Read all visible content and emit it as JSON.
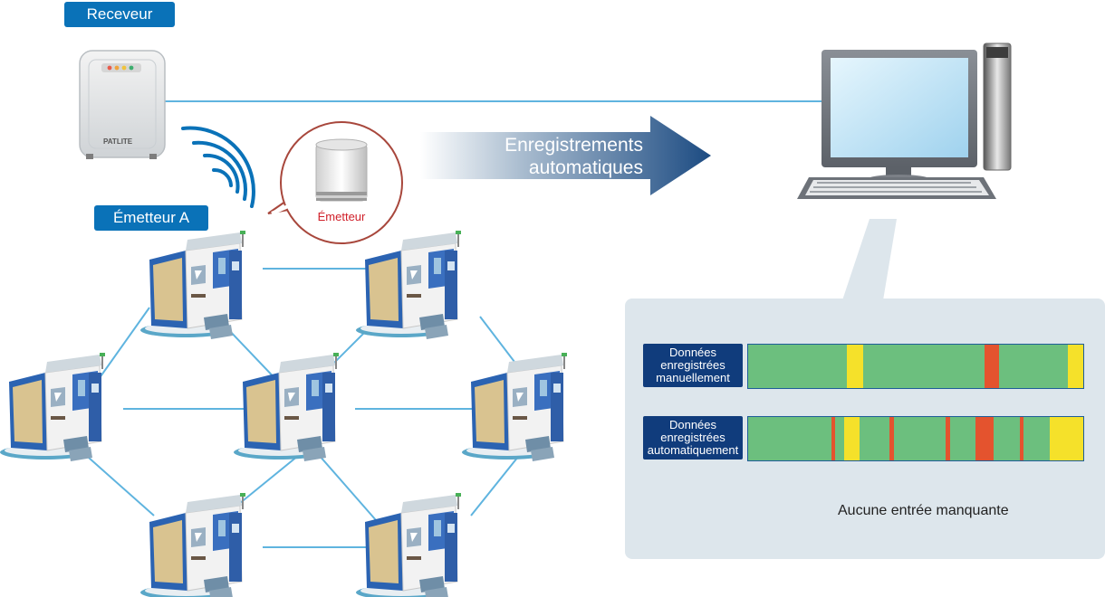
{
  "labels": {
    "receiver": "Receveur",
    "transmitter_a": "Émetteur A",
    "transmitter_bubble": "Émetteur",
    "auto_records_line1": "Enregistrements",
    "auto_records_line2": "automatiques",
    "no_missing": "Aucune entrée manquante"
  },
  "device_logo": "PATLITE",
  "rows": [
    {
      "label_lines": [
        "Données",
        "enregistrées",
        "manuellement"
      ],
      "segments": [
        {
          "start": 0.294,
          "end": 0.342,
          "color": "#f5e12a"
        },
        {
          "start": 0.705,
          "end": 0.748,
          "color": "#e4532e"
        },
        {
          "start": 0.953,
          "end": 1.0,
          "color": "#f5e12a"
        }
      ]
    },
    {
      "label_lines": [
        "Données",
        "enregistrées",
        "automatiquement"
      ],
      "segments": [
        {
          "start": 0.248,
          "end": 0.26,
          "color": "#e4532e"
        },
        {
          "start": 0.286,
          "end": 0.333,
          "color": "#f5e12a"
        },
        {
          "start": 0.422,
          "end": 0.434,
          "color": "#e4532e"
        },
        {
          "start": 0.59,
          "end": 0.602,
          "color": "#e4532e"
        },
        {
          "start": 0.678,
          "end": 0.732,
          "color": "#e4532e"
        },
        {
          "start": 0.81,
          "end": 0.822,
          "color": "#e4532e"
        },
        {
          "start": 0.9,
          "end": 1.0,
          "color": "#f5e12a"
        }
      ]
    }
  ],
  "colors": {
    "brand_blue": "#0a72b8",
    "network_line": "#5fb4df",
    "bar_green": "#6cbf7e",
    "missing_red": "#e4532e",
    "yellow": "#f5e12a",
    "label_navy": "#103c7c",
    "panel_bg": "#dde6ec"
  }
}
